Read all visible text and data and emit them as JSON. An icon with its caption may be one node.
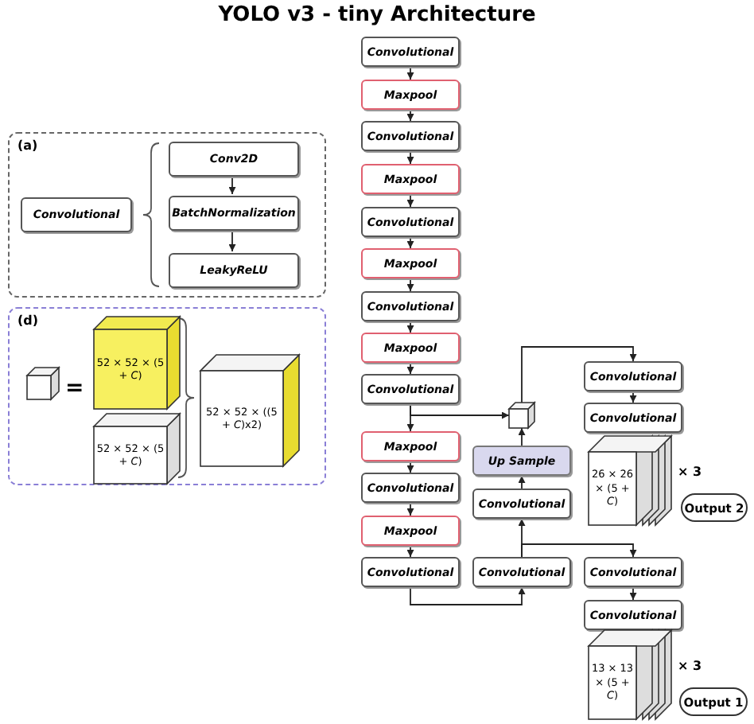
{
  "diagram": {
    "title": "YOLO v3 - tiny Architecture",
    "nodes": [
      {
        "text": [
          "Convolutional"
        ]
      },
      {
        "text": [
          "Maxpool"
        ]
      },
      {
        "text": [
          "Convolutional"
        ]
      },
      {
        "text": [
          "Maxpool"
        ]
      },
      {
        "text": [
          "Convolutional"
        ]
      },
      {
        "text": [
          "Maxpool"
        ]
      },
      {
        "text": [
          "Convolutional"
        ]
      },
      {
        "text": [
          "Maxpool"
        ]
      },
      {
        "text": [
          "Convolutional"
        ]
      },
      {
        "text": [
          "Maxpool"
        ]
      },
      {
        "text": [
          "Convolutional"
        ]
      },
      {
        "text": [
          "Maxpool"
        ]
      },
      {
        "text": [
          "Convolutional"
        ]
      },
      {
        "text": [],
        "shape": "cube"
      },
      {
        "text": [
          "Convolutional"
        ]
      },
      {
        "text": [
          "Convolutional"
        ]
      },
      {
        "text": [
          "Up Sample"
        ]
      },
      {
        "text": [
          "26 × 26 × (5 + *C*)"
        ],
        "beside": [
          "× 3"
        ]
      },
      {
        "text": [
          "Output 2"
        ]
      },
      {
        "text": [
          "Convolutional"
        ]
      },
      {
        "text": [
          "Convolutional"
        ]
      },
      {
        "text": [
          "Convolutional"
        ]
      },
      {
        "text": [
          "Convolutional"
        ]
      },
      {
        "text": [
          "13 × 13 × (5 + *C*)"
        ],
        "beside": [
          "× 3"
        ]
      },
      {
        "text": [
          "Output 1"
        ]
      },
      {
        "text": [
          "(a)"
        ]
      },
      {
        "text": [
          "Convolutional"
        ],
        "in": 25
      },
      {
        "text": [
          "Conv2D"
        ],
        "in": 25
      },
      {
        "text": [
          "BatchNormalization"
        ],
        "in": 25
      },
      {
        "text": [
          "LeakyReLU"
        ],
        "in": 25
      },
      {
        "text": [
          "(d)"
        ]
      },
      {
        "text": [],
        "shape": "cube",
        "in": 30
      },
      {
        "text": [
          "52 × 52 × (5 + *C*)"
        ],
        "in": 30
      },
      {
        "text": [
          "52 × 52 × (5 + *C*)"
        ],
        "in": 30
      },
      {
        "text": [
          "52 × 52 × ((5 + *C*)x2)"
        ],
        "in": 30
      }
    ],
    "edges": [
      {
        "from": 0,
        "to": 1,
        "arrow": "to"
      },
      {
        "from": 1,
        "to": 2,
        "arrow": "to"
      },
      {
        "from": 2,
        "to": 3,
        "arrow": "to"
      },
      {
        "from": 3,
        "to": 4,
        "arrow": "to"
      },
      {
        "from": 4,
        "to": 5,
        "arrow": "to"
      },
      {
        "from": 5,
        "to": 6,
        "arrow": "to"
      },
      {
        "from": 6,
        "to": 7,
        "arrow": "to"
      },
      {
        "from": 7,
        "to": 8,
        "arrow": "to"
      },
      {
        "from": 8,
        "to": 9,
        "arrow": "to"
      },
      {
        "from": 9,
        "to": 10,
        "arrow": "to"
      },
      {
        "from": 10,
        "to": 11,
        "arrow": "to"
      },
      {
        "from": 11,
        "to": 12,
        "arrow": "to"
      },
      {
        "from": 8,
        "to": 13,
        "arrow": "to"
      },
      {
        "from": 13,
        "to": 14,
        "arrow": "to"
      },
      {
        "from": 14,
        "to": 15,
        "arrow": "to"
      },
      {
        "from": 19,
        "to": 16,
        "arrow": "to"
      },
      {
        "from": 16,
        "to": 13,
        "arrow": "to"
      },
      {
        "from": 12,
        "to": 20,
        "arrow": "to"
      },
      {
        "from": 20,
        "to": 19,
        "arrow": "to"
      },
      {
        "from": 20,
        "to": 21,
        "arrow": "to"
      },
      {
        "from": 21,
        "to": 22,
        "arrow": "to"
      },
      {
        "from": 27,
        "to": 28,
        "arrow": "to"
      },
      {
        "from": 28,
        "to": 29,
        "arrow": "to"
      }
    ],
    "labels": [
      "="
    ]
  }
}
